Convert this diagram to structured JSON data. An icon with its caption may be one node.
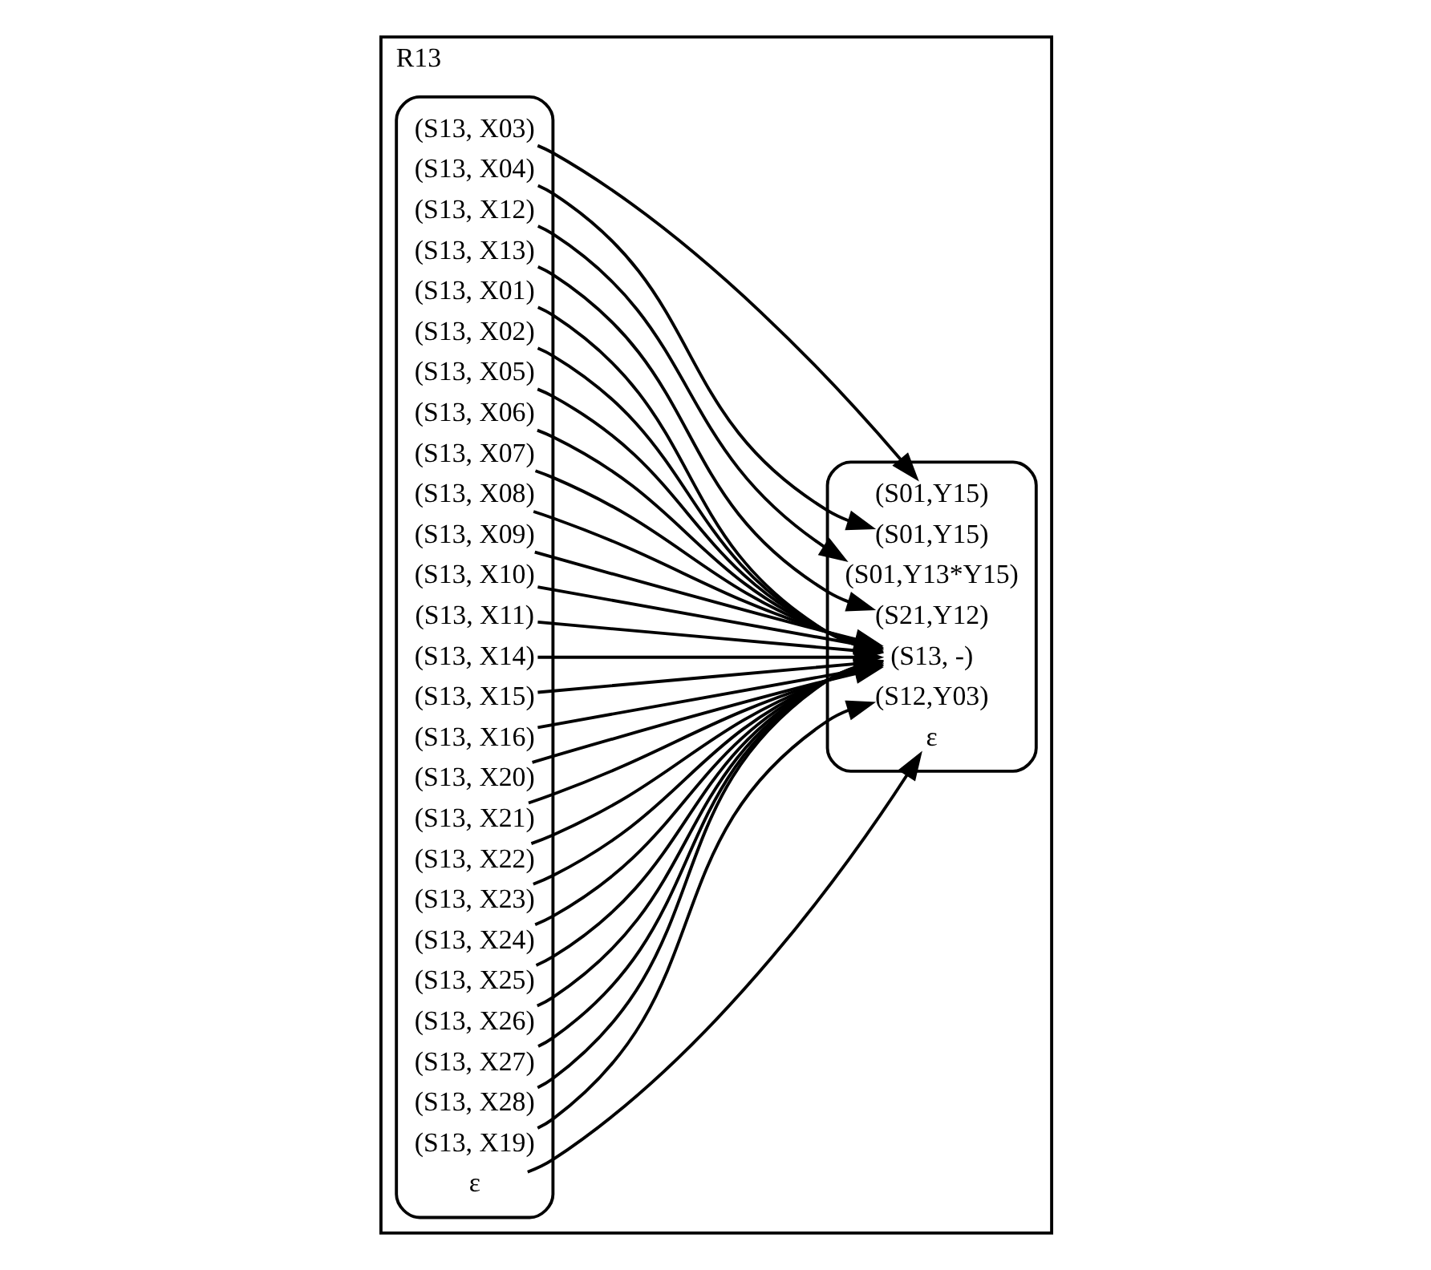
{
  "diagram": {
    "nodes": [
      {
        "text": [
          "R13"
        ]
      },
      {
        "text": [],
        "shape": "box",
        "in": 0
      },
      {
        "text": [
          "(S13, X01)"
        ],
        "in": 1
      },
      {
        "text": [
          "(S13, X02)"
        ],
        "in": 1
      },
      {
        "text": [
          "(S13, X03)"
        ],
        "in": 1
      },
      {
        "text": [
          "(S13, X04)"
        ],
        "in": 1
      },
      {
        "text": [
          "(S13, X05)"
        ],
        "in": 1
      },
      {
        "text": [
          "(S13, X06)"
        ],
        "in": 1
      },
      {
        "text": [
          "(S13, X07)"
        ],
        "in": 1
      },
      {
        "text": [
          "(S13, X08)"
        ],
        "in": 1
      },
      {
        "text": [
          "(S13, X09)"
        ],
        "in": 1
      },
      {
        "text": [
          "(S13, X10)"
        ],
        "in": 1
      },
      {
        "text": [
          "(S13, X11)"
        ],
        "in": 1
      },
      {
        "text": [
          "(S13, X12)"
        ],
        "in": 1
      },
      {
        "text": [
          "(S13, X13)"
        ],
        "in": 1
      },
      {
        "text": [
          "(S13, X14)"
        ],
        "in": 1
      },
      {
        "text": [
          "(S13, X15)"
        ],
        "in": 1
      },
      {
        "text": [
          "(S13, X16)"
        ],
        "in": 1
      },
      {
        "text": [
          "(S13, X19)"
        ],
        "in": 1
      },
      {
        "text": [
          "(S13, X20)"
        ],
        "in": 1
      },
      {
        "text": [
          "(S13, X21)"
        ],
        "in": 1
      },
      {
        "text": [
          "(S13, X22)"
        ],
        "in": 1
      },
      {
        "text": [
          "(S13, X23)"
        ],
        "in": 1
      },
      {
        "text": [
          "(S13, X24)"
        ],
        "in": 1
      },
      {
        "text": [
          "(S13, X25)"
        ],
        "in": 1
      },
      {
        "text": [
          "(S13, X26)"
        ],
        "in": 1
      },
      {
        "text": [
          "(S13, X27)"
        ],
        "in": 1
      },
      {
        "text": [
          "(S13, X28)"
        ],
        "in": 1
      },
      {
        "text": [
          "ε"
        ],
        "in": 1
      },
      {
        "text": [],
        "shape": "box",
        "in": 0
      },
      {
        "text": [
          "(S01,Y15)"
        ],
        "in": 29
      },
      {
        "text": [
          "(S01,Y15)"
        ],
        "in": 29
      },
      {
        "text": [
          "(S13, -)"
        ],
        "in": 29
      },
      {
        "text": [
          "(S01,Y13*Y15)"
        ],
        "in": 29
      },
      {
        "text": [
          "(S21,Y12)"
        ],
        "in": 29
      },
      {
        "text": [
          "(S12,Y03)"
        ],
        "in": 29
      },
      {
        "text": [
          "ε"
        ],
        "in": 29
      }
    ],
    "edges": [
      {
        "from": 2,
        "to": 32,
        "arrow": "to"
      },
      {
        "from": 3,
        "to": 32,
        "arrow": "to"
      },
      {
        "from": 4,
        "to": 30,
        "arrow": "to"
      },
      {
        "from": 5,
        "to": 31,
        "arrow": "to"
      },
      {
        "from": 6,
        "to": 32,
        "arrow": "to"
      },
      {
        "from": 7,
        "to": 32,
        "arrow": "to"
      },
      {
        "from": 8,
        "to": 32,
        "arrow": "to"
      },
      {
        "from": 9,
        "to": 32,
        "arrow": "to"
      },
      {
        "from": 10,
        "to": 32,
        "arrow": "to"
      },
      {
        "from": 11,
        "to": 32,
        "arrow": "to"
      },
      {
        "from": 12,
        "to": 32,
        "arrow": "to"
      },
      {
        "from": 13,
        "to": 33,
        "arrow": "to"
      },
      {
        "from": 14,
        "to": 34,
        "arrow": "to"
      },
      {
        "from": 15,
        "to": 32,
        "arrow": "to"
      },
      {
        "from": 16,
        "to": 32,
        "arrow": "to"
      },
      {
        "from": 17,
        "to": 32,
        "arrow": "to"
      },
      {
        "from": 18,
        "to": 35,
        "arrow": "to"
      },
      {
        "from": 19,
        "to": 32,
        "arrow": "to"
      },
      {
        "from": 20,
        "to": 32,
        "arrow": "to"
      },
      {
        "from": 21,
        "to": 32,
        "arrow": "to"
      },
      {
        "from": 22,
        "to": 32,
        "arrow": "to"
      },
      {
        "from": 23,
        "to": 32,
        "arrow": "to"
      },
      {
        "from": 24,
        "to": 32,
        "arrow": "to"
      },
      {
        "from": 25,
        "to": 32,
        "arrow": "to"
      },
      {
        "from": 26,
        "to": 32,
        "arrow": "to"
      },
      {
        "from": 27,
        "to": 32,
        "arrow": "to"
      },
      {
        "from": 28,
        "to": 36,
        "arrow": "to"
      }
    ]
  }
}
